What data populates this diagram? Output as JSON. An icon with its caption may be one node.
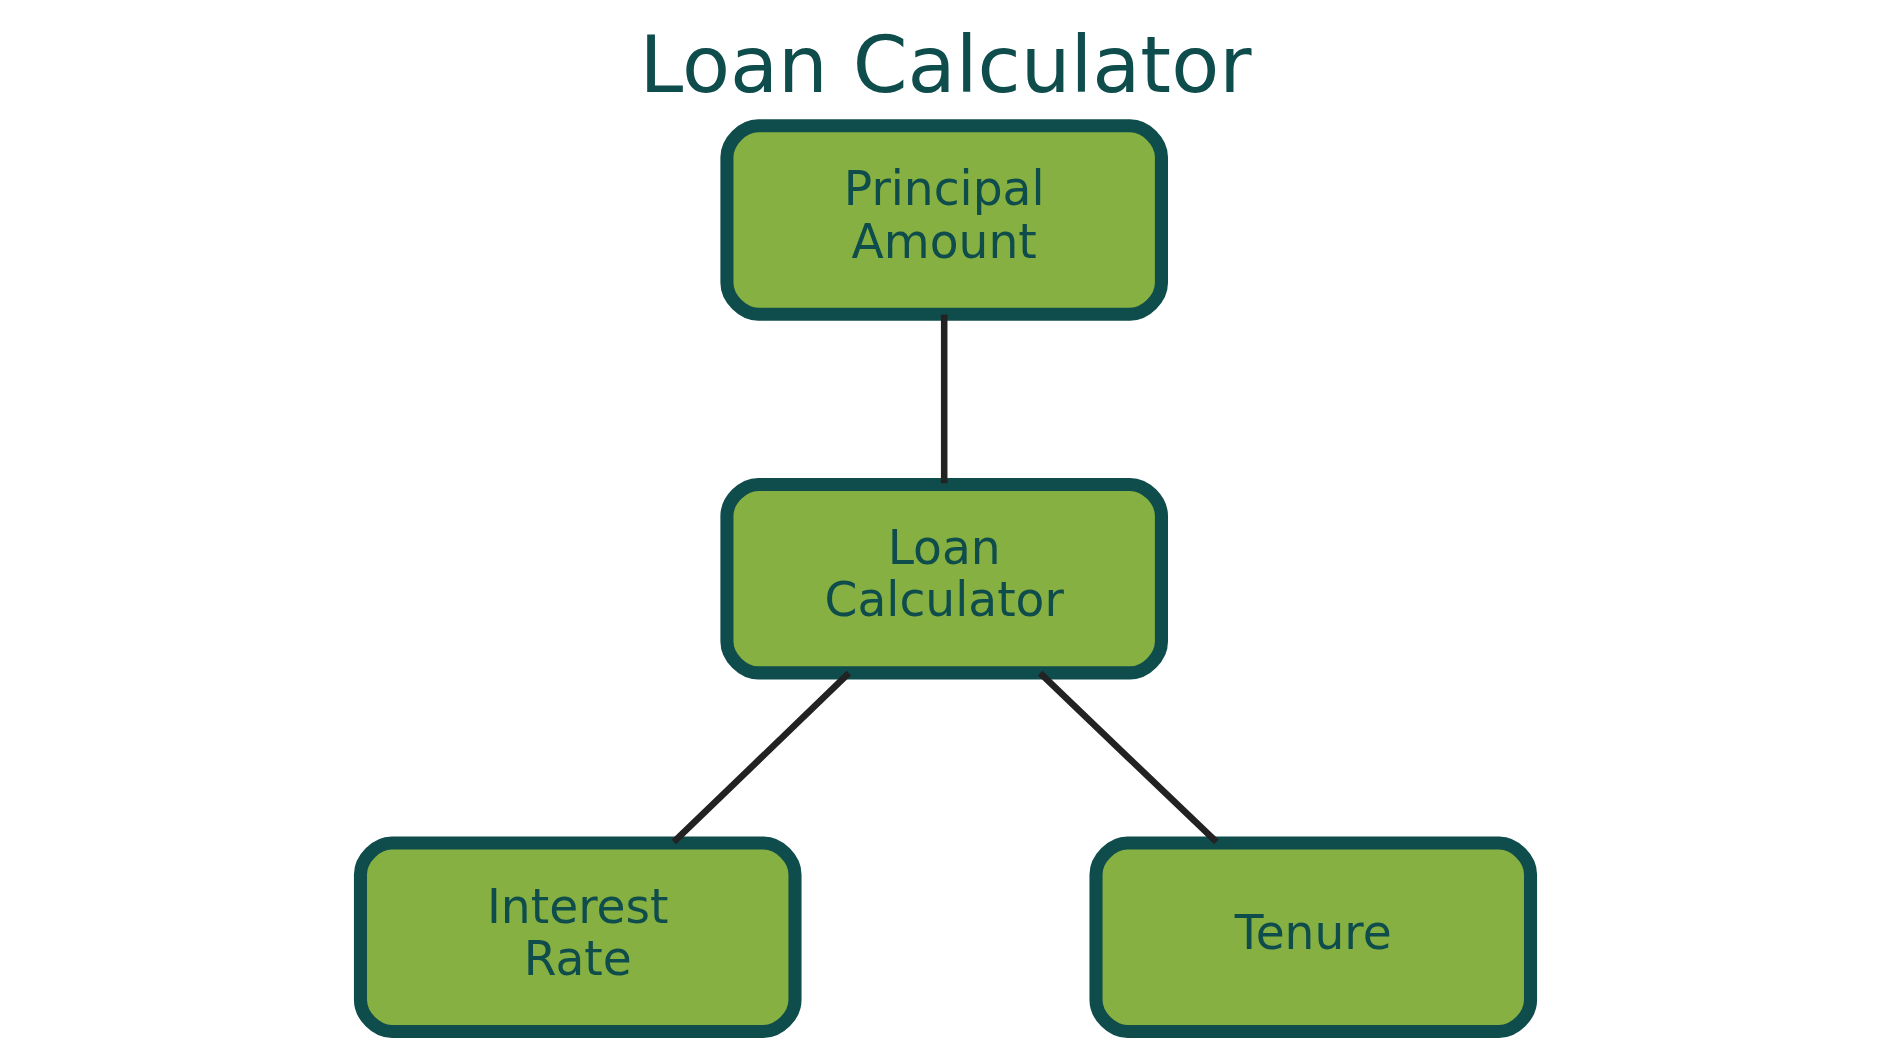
{
  "diagram": {
    "title": "Loan Calculator",
    "nodes": [
      {
        "text": [
          "Principal Amount"
        ]
      },
      {
        "text": [
          "Loan Calculator"
        ]
      },
      {
        "text": [
          "Interest Rate"
        ]
      },
      {
        "text": [
          "Tenure"
        ]
      }
    ],
    "edges": [
      {
        "from": 0,
        "to": 1,
        "arrow": "none"
      },
      {
        "from": 1,
        "to": 2,
        "arrow": "none"
      },
      {
        "from": 1,
        "to": 3,
        "arrow": "none"
      }
    ]
  }
}
